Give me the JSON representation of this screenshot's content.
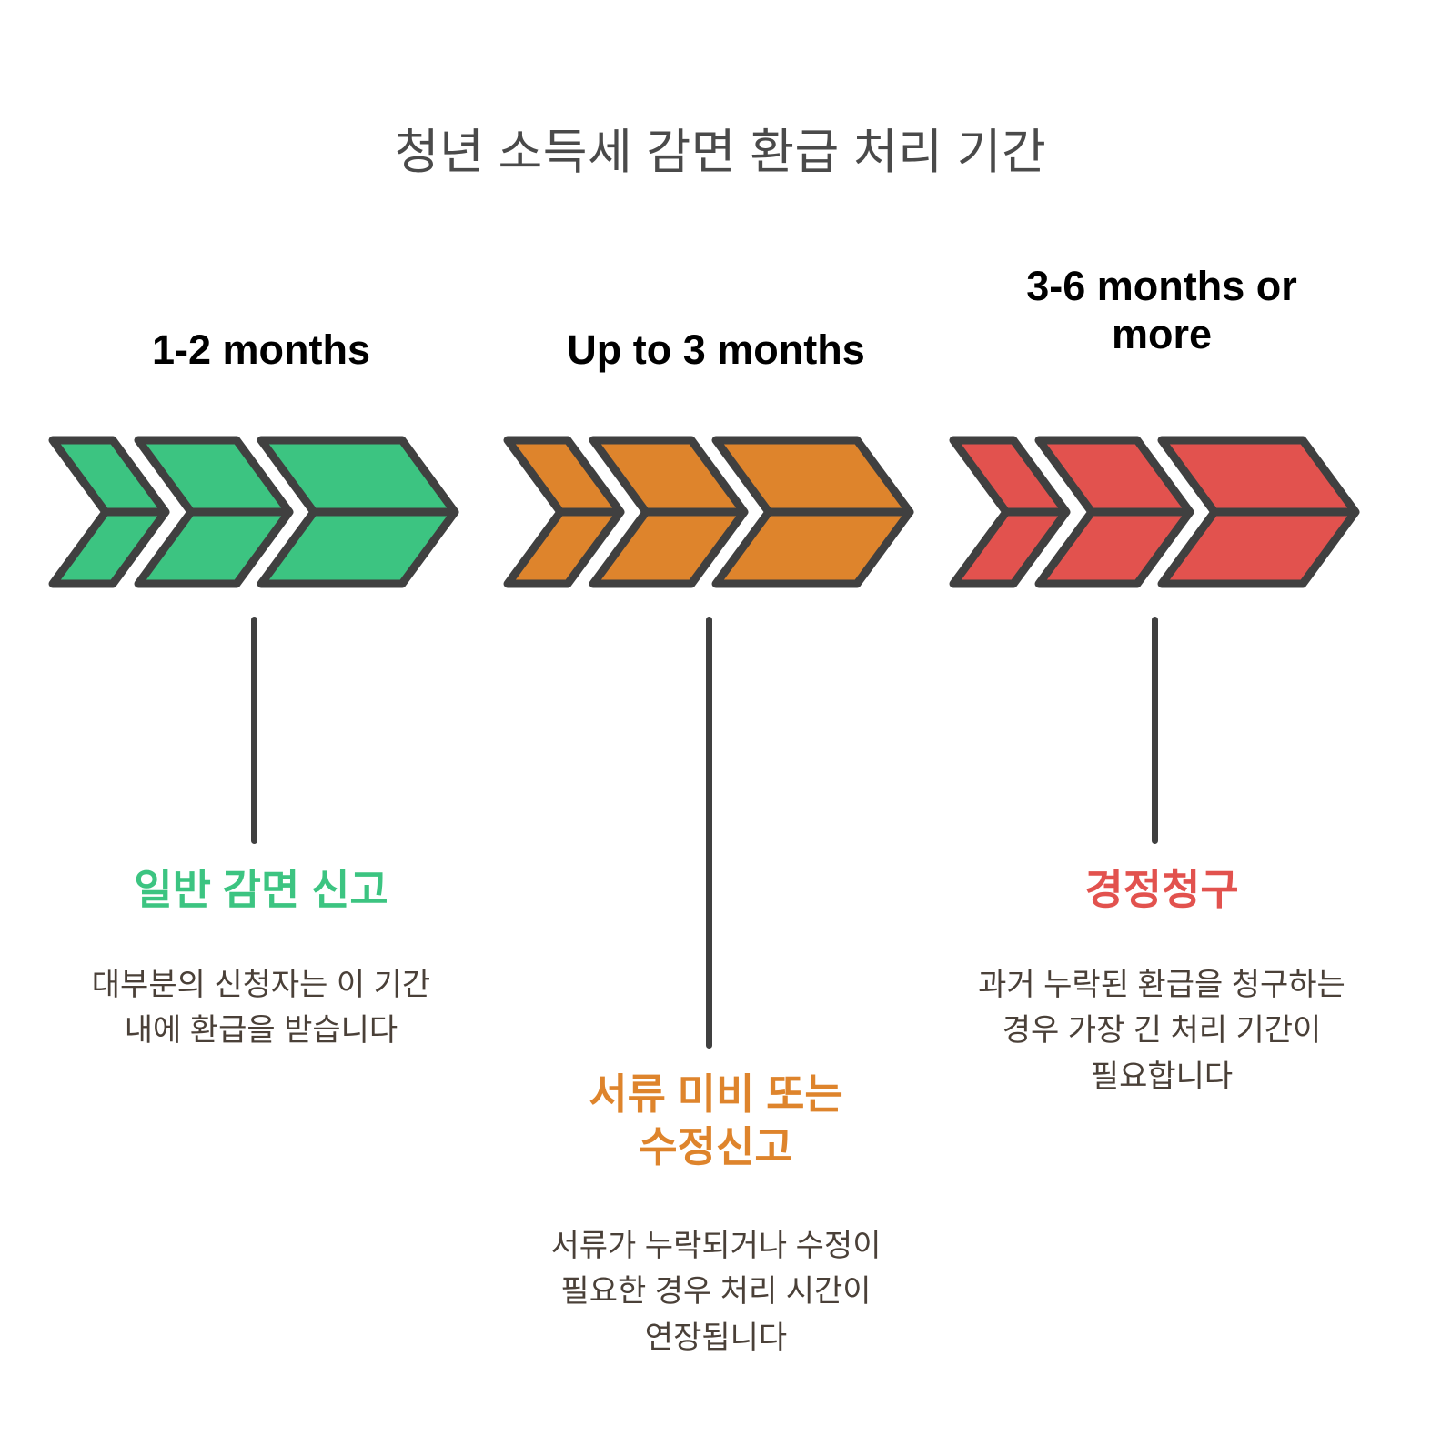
{
  "title": "청년 소득세 감면 환급 처리 기간",
  "colors": {
    "background": "#ffffff",
    "title_text": "#4a4a4a",
    "body_text": "#4a4038",
    "outline": "#404040",
    "green": "#3cc481",
    "orange": "#de842c",
    "red": "#e2524e"
  },
  "columns": [
    {
      "id": "general-filing",
      "period_label": "1-2 months",
      "period_lines": [
        "1-2 months"
      ],
      "accent": "#3cc481",
      "chevron_count": 3,
      "category_title": "일반 감면 신고",
      "category_title_lines": [
        "일반 감면 신고"
      ],
      "description": "대부분의 신청자는 이 기간 내에 환급을 받습니다"
    },
    {
      "id": "missing-documents-or-amended-filing",
      "period_label": "Up to 3 months",
      "period_lines": [
        "Up to 3 months"
      ],
      "accent": "#de842c",
      "chevron_count": 3,
      "category_title": "서류 미비 또는 수정신고",
      "category_title_lines": [
        "서류 미비 또는",
        "수정신고"
      ],
      "description": "서류가 누락되거나 수정이 필요한 경우 처리 시간이 연장됩니다"
    },
    {
      "id": "correction-claim",
      "period_label": "3-6 months or more",
      "period_lines": [
        "3-6 months or",
        "more"
      ],
      "accent": "#e2524e",
      "chevron_count": 3,
      "category_title": "경정청구",
      "category_title_lines": [
        "경정청구"
      ],
      "description": "과거 누락된 환급을 청구하는 경우 가장 긴 처리 기간이 필요합니다"
    }
  ]
}
